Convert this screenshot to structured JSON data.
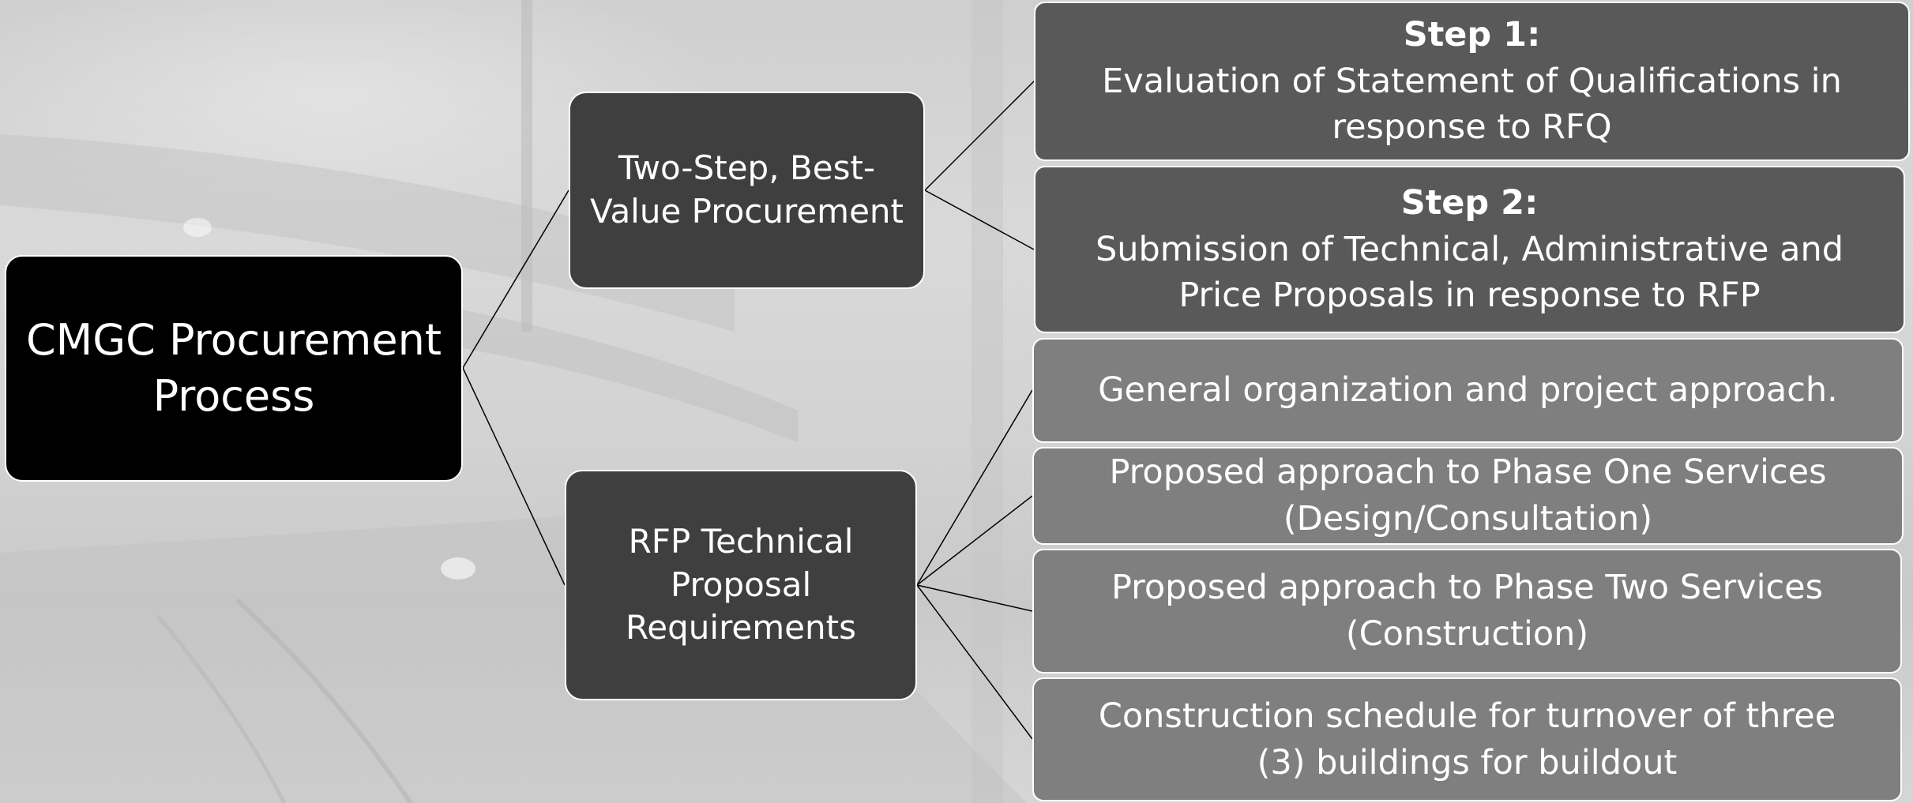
{
  "root": {
    "line1": "CMGC Procurement",
    "line2": "Process"
  },
  "branches": [
    {
      "line1": "Two-Step, Best-",
      "line2": "Value Procurement",
      "leaves": [
        {
          "title": "Step 1:",
          "line1": "Evaluation of Statement of Qualifications in",
          "line2": "response to RFQ"
        },
        {
          "title": "Step 2:",
          "line1": "Submission of Technical, Administrative and",
          "line2": "Price Proposals in response to RFP"
        }
      ]
    },
    {
      "line1": "RFP Technical",
      "line2": "Proposal",
      "line3": "Requirements",
      "leaves": [
        {
          "line1": "General organization and project approach."
        },
        {
          "line1": "Proposed approach to Phase One Services",
          "line2": "(Design/Consultation)"
        },
        {
          "line1": "Proposed approach to Phase Two Services",
          "line2": "(Construction)"
        },
        {
          "line1": "Construction schedule for turnover of three",
          "line2": "(3) buildings for buildout"
        }
      ]
    }
  ],
  "colors": {
    "root_fill": "#000000",
    "branch_fill": "#3f3f3f",
    "step_fill": "#595959",
    "requirement_fill": "#7f7f7f",
    "connector": "#000000",
    "text": "#ffffff"
  }
}
